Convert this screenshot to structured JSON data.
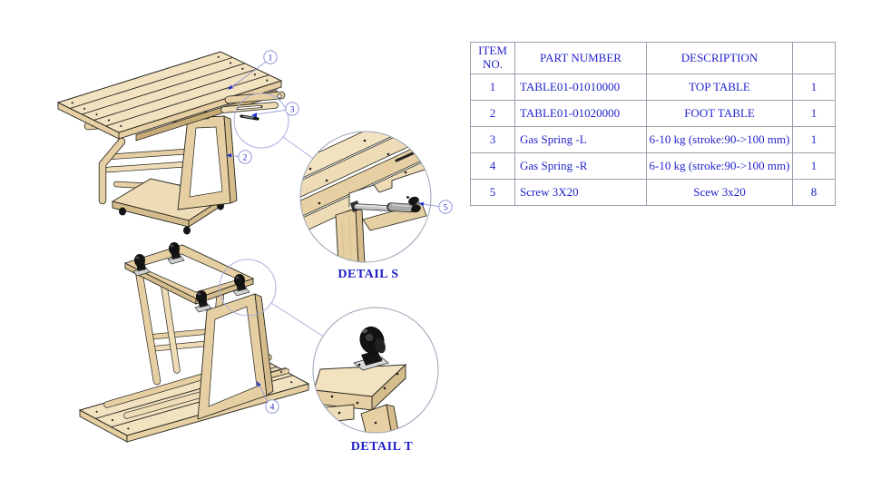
{
  "balloons": {
    "b1": "1",
    "b2": "2",
    "b3": "3",
    "b4": "4",
    "b5": "5"
  },
  "details": {
    "s_label": "DETAIL S",
    "t_label": "DETAIL T"
  },
  "bom": {
    "headers": {
      "item": "ITEM NO.",
      "part": "PART NUMBER",
      "desc": "DESCRIPTION",
      "qty": ""
    },
    "rows": [
      {
        "item": "1",
        "part": "TABLE01-01010000",
        "desc": "TOP TABLE",
        "qty": "1"
      },
      {
        "item": "2",
        "part": "TABLE01-01020000",
        "desc": "FOOT TABLE",
        "qty": "1"
      },
      {
        "item": "3",
        "part": "Gas Spring -L",
        "desc": "6-10 kg (stroke:90->100 mm)",
        "qty": "1"
      },
      {
        "item": "4",
        "part": "Gas Spring -R",
        "desc": "6-10 kg (stroke:90->100 mm)",
        "qty": "1"
      },
      {
        "item": "5",
        "part": "Screw 3X20",
        "desc": "Scew 3x20",
        "qty": "8"
      }
    ]
  },
  "colors": {
    "text_blue": "#2323cd",
    "label_blue": "#1f1fc8",
    "leader_lavender": "#9398d6",
    "detail_circle_gray": "#9aa0b4",
    "table_border": "#9a9fae",
    "wood_light": "#f2e2c0",
    "wood_medium": "#e6cfa2",
    "wood_dark": "#d5bc8c",
    "caster_black": "#141414",
    "metal_gray": "#c6c6c6"
  }
}
